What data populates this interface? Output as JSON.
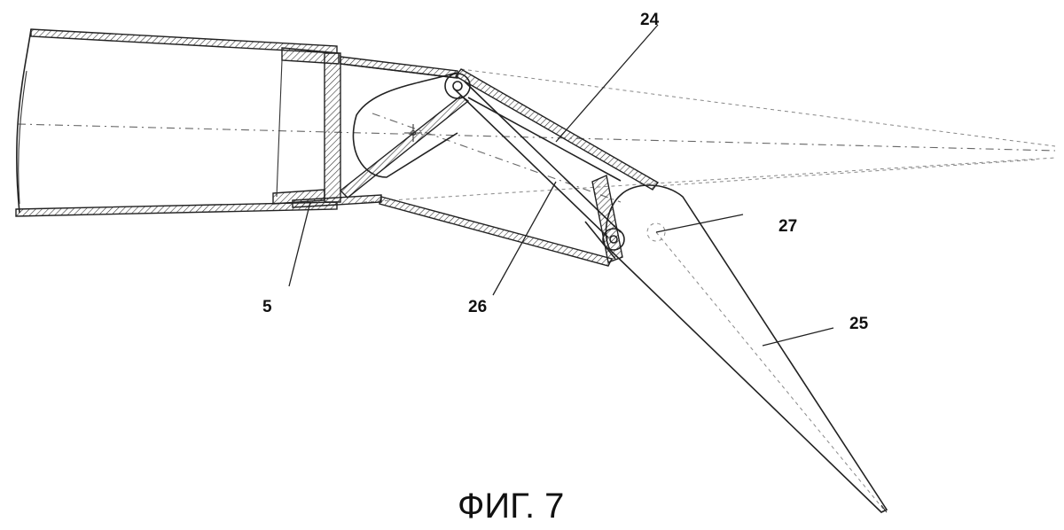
{
  "figure": {
    "caption": "ФИГ. 7",
    "labels": {
      "l5": "5",
      "l24": "24",
      "l25": "25",
      "l26": "26",
      "l27": "27"
    }
  }
}
